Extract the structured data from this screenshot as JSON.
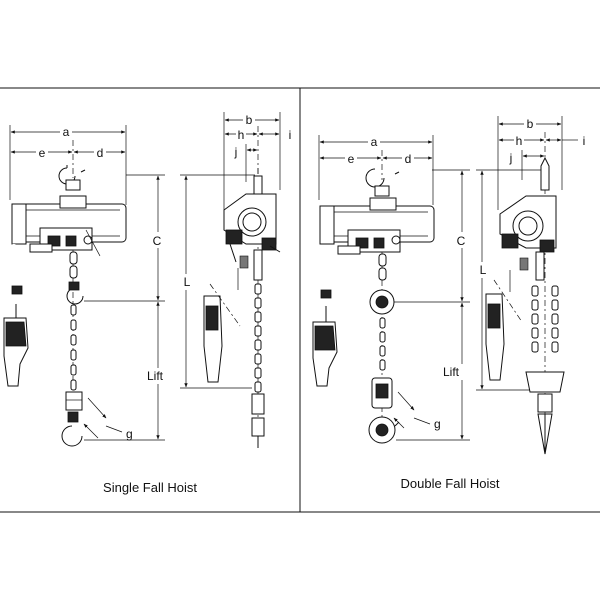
{
  "panels": [
    {
      "caption": "Single Fall Hoist",
      "dims": {
        "a": "a",
        "e": "e",
        "d": "d",
        "C": "C",
        "L": "L",
        "Lift": "Lift",
        "g": "g",
        "b": "b",
        "h": "h",
        "i": "i",
        "j": "j"
      }
    },
    {
      "caption": "Double Fall Hoist",
      "dims": {
        "a": "a",
        "e": "e",
        "d": "d",
        "C": "C",
        "L": "L",
        "Lift": "Lift",
        "g": "g",
        "b": "b",
        "h": "h",
        "i": "i",
        "j": "j"
      }
    }
  ]
}
